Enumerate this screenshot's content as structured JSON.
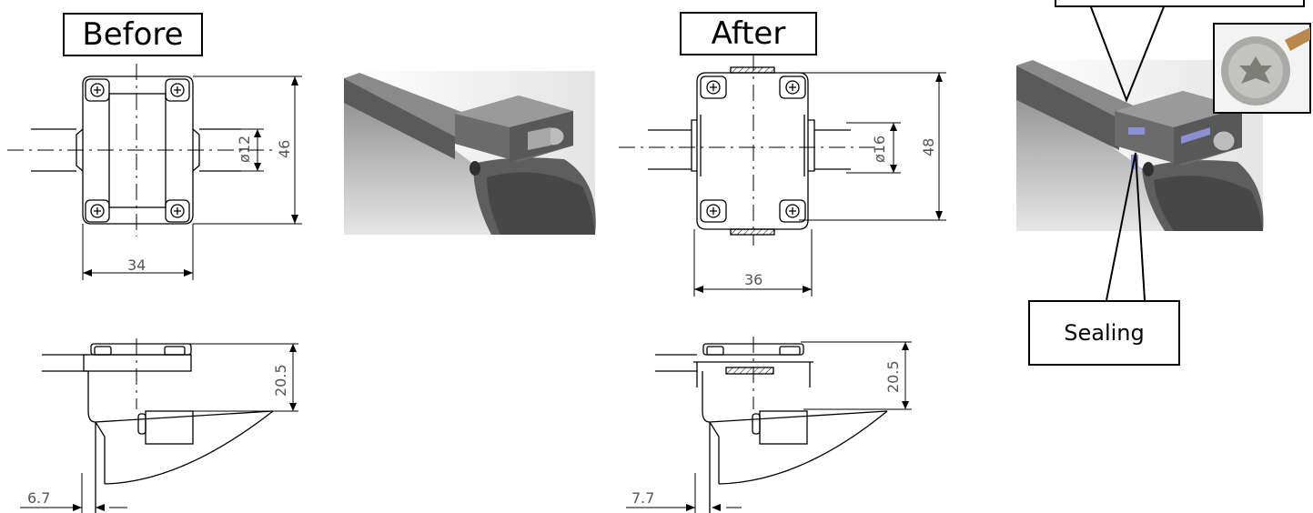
{
  "labels": {
    "before": "Before",
    "after": "After",
    "sealing": "Sealing"
  },
  "dimensions": {
    "before": {
      "width": "34",
      "height": "46",
      "cable_dia": "ø12",
      "depth": "20.5",
      "offset": "6.7"
    },
    "after": {
      "width": "36",
      "height": "48",
      "cable_dia": "ø16",
      "depth": "20.5",
      "offset": "7.7"
    }
  },
  "colors": {
    "line": "#000000",
    "dim_text": "#555555",
    "render_dark": "#4a4a4a",
    "render_mid": "#7a7a7a",
    "render_light": "#cfcfcf",
    "seal_blue": "#8a8fd6"
  }
}
